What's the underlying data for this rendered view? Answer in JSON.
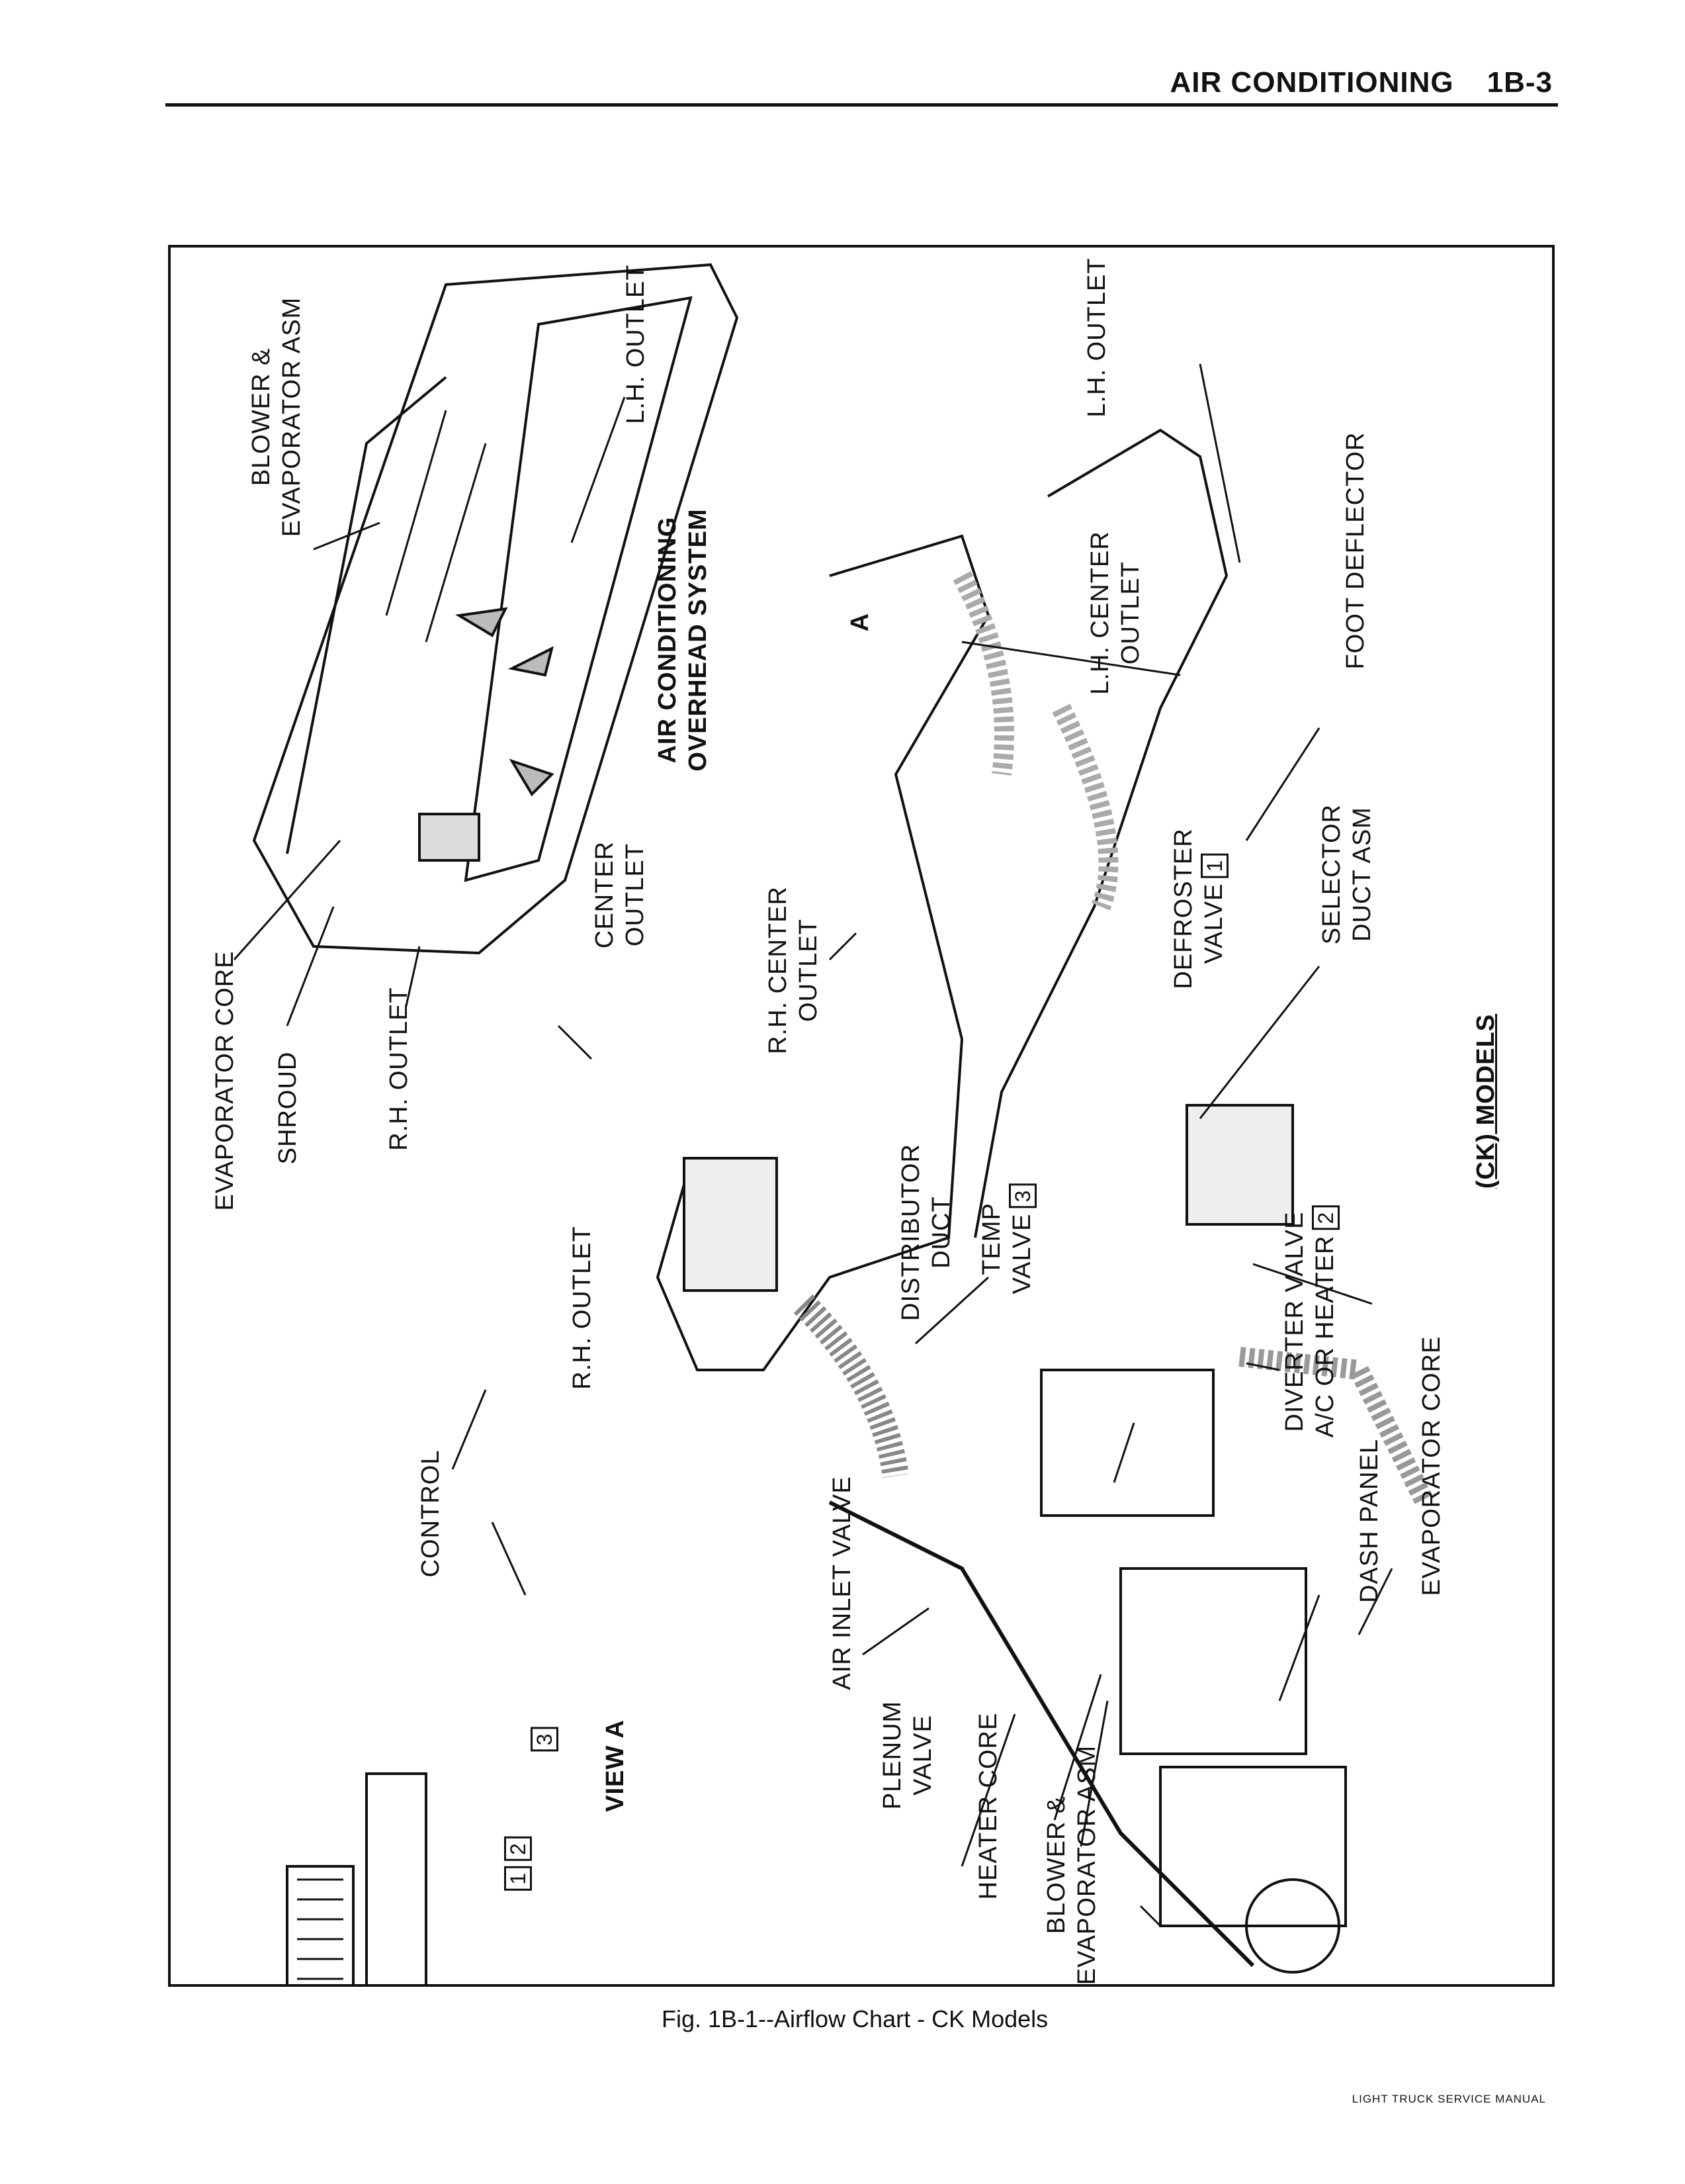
{
  "header": {
    "section": "AIR CONDITIONING",
    "page": "1B-3"
  },
  "figure": {
    "caption": "Fig. 1B-1--Airflow Chart - CK Models",
    "labels": {
      "evaporator_core_top": "EVAPORATOR CORE",
      "shroud": "SHROUD",
      "rh_outlet_top": "R.H. OUTLET",
      "blower_evap_top_1": "BLOWER &",
      "blower_evap_top_2": "EVAPORATOR ASM",
      "lh_outlet_top": "L.H. OUTLET",
      "overhead_1": "AIR CONDITIONING",
      "overhead_2": "OVERHEAD SYSTEM",
      "center_outlet_1": "CENTER",
      "center_outlet_2": "OUTLET",
      "rh_center_1": "R.H. CENTER",
      "rh_center_2": "OUTLET",
      "view_a_marker": "A",
      "rh_outlet": "R.H. OUTLET",
      "control": "CONTROL",
      "view_a": "VIEW A",
      "box1": "1",
      "box2": "2",
      "box3": "3",
      "distributor_1": "DISTRIBUTOR",
      "distributor_2": "DUCT",
      "temp_1": "TEMP",
      "temp_2": "VALVE",
      "air_inlet": "AIR INLET VALVE",
      "plenum_1": "PLENUM",
      "plenum_2": "VALVE",
      "heater_core": "HEATER CORE",
      "blower_evap_1": "BLOWER &",
      "blower_evap_2": "EVAPORATOR ASM",
      "lh_outlet": "L.H. OUTLET",
      "lh_center_1": "L.H. CENTER",
      "lh_center_2": "OUTLET",
      "foot_deflector": "FOOT DEFLECTOR",
      "selector_1": "SELECTOR",
      "selector_2": "DUCT ASM",
      "defroster_1": "DEFROSTER",
      "defroster_2": "VALVE",
      "diverter_1": "DIVERTER VALVE",
      "diverter_2": "A/C OR HEATER",
      "dash_panel": "DASH PANEL",
      "evaporator_core": "EVAPORATOR CORE",
      "models": "(CK) MODELS"
    }
  },
  "footer": {
    "text": "LIGHT TRUCK SERVICE MANUAL"
  }
}
